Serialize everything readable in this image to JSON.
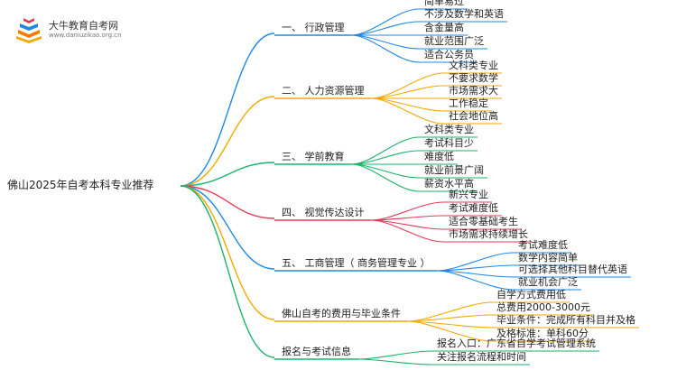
{
  "logo": {
    "site_name": "大牛教育自考网",
    "url": "www.daniuzikao.org.cn",
    "icon": "book-stack-icon"
  },
  "root": "佛山2025年自考本科专业推荐",
  "branches": [
    {
      "label": "一、 行政管理",
      "color": "#1e88e5",
      "children": [
        "简单易过",
        "不涉及数学和英语",
        "含金量高",
        "就业范围广泛",
        "适合公务员"
      ]
    },
    {
      "label": "二、 人力资源管理",
      "color": "#f2a900",
      "children": [
        "文科类专业",
        "不要求数学",
        "市场需求大",
        "工作稳定",
        "社会地位高"
      ]
    },
    {
      "label": "三、 学前教育",
      "color": "#1bb36a",
      "children": [
        "文科类专业",
        "考试科目少",
        "难度低",
        "就业前景广阔",
        "薪资水平高"
      ]
    },
    {
      "label": "四、 视觉传达设计",
      "color": "#e53958",
      "children": [
        "新兴专业",
        "考试难度低",
        "适合零基础考生",
        "市场需求持续增长"
      ]
    },
    {
      "label": "五、 工商管理（ 商务管理专业 ）",
      "color": "#1e88e5",
      "children": [
        "考试难度低",
        "数学内容简单",
        "可选择其他科目替代英语",
        "就业机会广泛"
      ]
    },
    {
      "label": "佛山自考的费用与毕业条件",
      "color": "#f2a900",
      "children": [
        "自学方式费用低",
        "总费用2000-3000元",
        "毕业条件：完成所有科目并及格",
        "及格标准：单科60分"
      ]
    },
    {
      "label": "报名与考试信息",
      "color": "#1bb36a",
      "children": [
        "报名入口：广东省自学考试管理系统",
        "关注报名流程和时间"
      ]
    }
  ]
}
